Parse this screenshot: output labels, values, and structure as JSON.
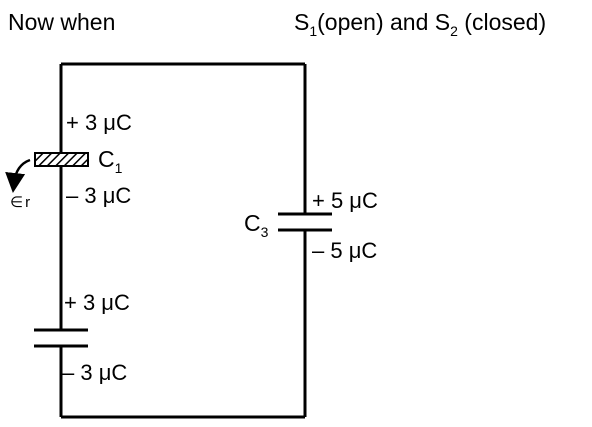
{
  "header": {
    "left": "Now when",
    "right": {
      "s": "S",
      "s1_sub": "1",
      "open_text": "(open) and S",
      "s2_sub": "2",
      "closed_text": " (closed)"
    }
  },
  "circuit": {
    "c1": {
      "name": "C",
      "sub": "1",
      "top_charge": "+ 3 μC",
      "bottom_charge": "– 3 μC",
      "dielectric_label": "∈",
      "dielectric_sub": "r"
    },
    "c2": {
      "top_charge": "+ 3 μC",
      "bottom_charge": "– 3 μC"
    },
    "c3": {
      "name": "C",
      "sub": "3",
      "top_charge": "+ 5 μC",
      "bottom_charge": "– 5 μC"
    }
  },
  "colors": {
    "ink": "#000000",
    "background": "#ffffff"
  }
}
